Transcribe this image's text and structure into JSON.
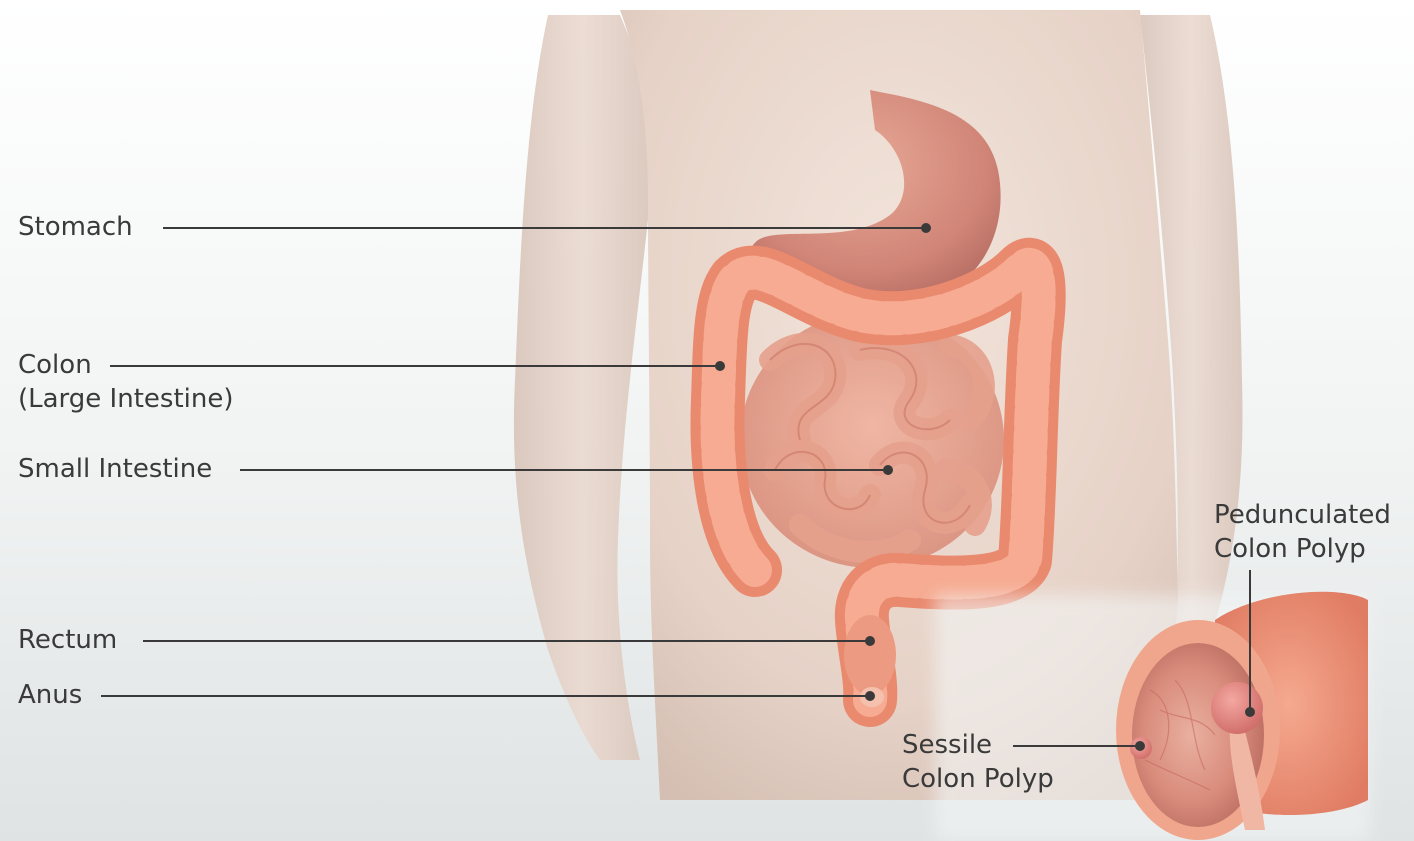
{
  "colors": {
    "skin": "#ead9cf",
    "colon": "#f29a80",
    "small_intestine": "#e7a592",
    "stomach": "#d88a7c",
    "leader_line": "#3a3a3a",
    "text": "#3a3a3a"
  },
  "labels": {
    "stomach": "Stomach",
    "colon_line1": "Colon",
    "colon_line2": "(Large Intestine)",
    "small_intestine": "Small Intestine",
    "rectum": "Rectum",
    "anus": "Anus",
    "pedunculated_line1": "Pedunculated",
    "pedunculated_line2": "Colon Polyp",
    "sessile_line1": "Sessile",
    "sessile_line2": "Colon Polyp"
  }
}
